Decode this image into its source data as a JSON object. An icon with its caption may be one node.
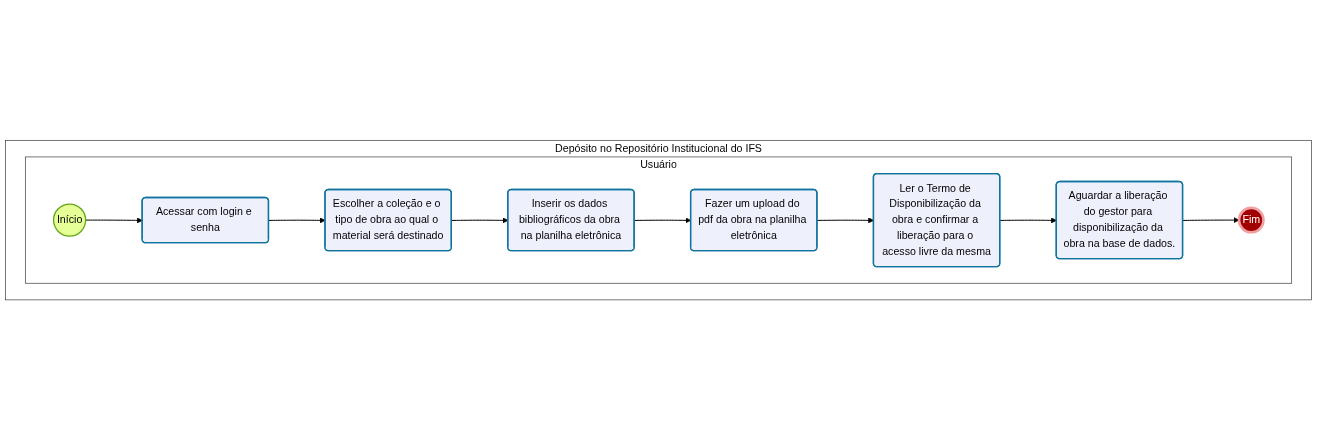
{
  "diagram": {
    "nodes": [
      {
        "text": [
          "Depósito no Repositório Institucional do IFS"
        ]
      },
      {
        "text": [
          "Usuário"
        ],
        "in": 0
      },
      {
        "text": [
          "Início"
        ],
        "in": 1
      },
      {
        "text": [
          "Acessar com login e senha"
        ],
        "in": 1
      },
      {
        "text": [
          "Escolher a coleção e o tipo de obra ao qual o material será destinado"
        ],
        "in": 1
      },
      {
        "text": [
          "Inserir os dados bibliográficos da obra na planilha eletrônica"
        ],
        "in": 1
      },
      {
        "text": [
          "Fazer um upload do pdf da obra na planilha eletrônica"
        ],
        "in": 1
      },
      {
        "text": [
          "Ler o Termo de Disponibilização da obra e confirmar a liberação para o acesso livre da mesma"
        ],
        "in": 1
      },
      {
        "text": [
          "Aguardar a liberação do gestor para disponibilização da obra na base de dados."
        ],
        "in": 1
      },
      {
        "text": [
          "Fim"
        ],
        "in": 1
      }
    ],
    "edges": [
      {
        "from": 2,
        "to": 3,
        "arrow": "to"
      },
      {
        "from": 3,
        "to": 4,
        "arrow": "to"
      },
      {
        "from": 4,
        "to": 5,
        "arrow": "to"
      },
      {
        "from": 5,
        "to": 6,
        "arrow": "to"
      },
      {
        "from": 6,
        "to": 7,
        "arrow": "to"
      },
      {
        "from": 7,
        "to": 8,
        "arrow": "to"
      },
      {
        "from": 8,
        "to": 9,
        "arrow": "to"
      }
    ]
  }
}
